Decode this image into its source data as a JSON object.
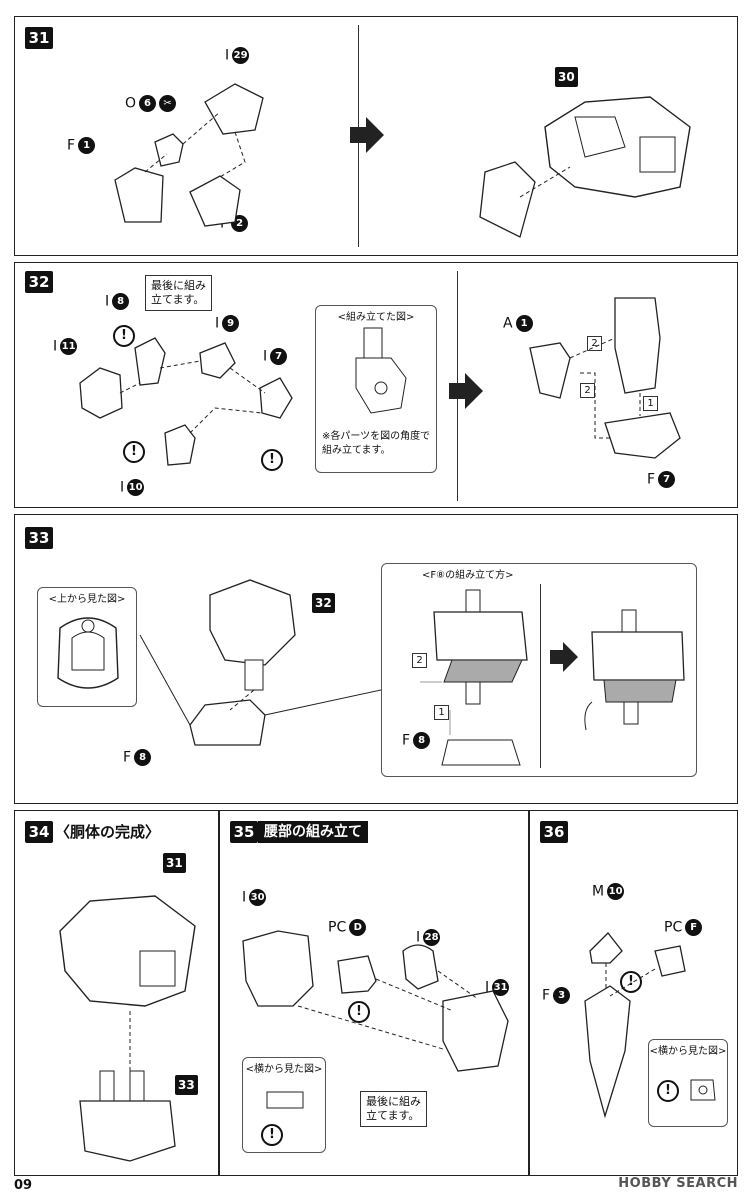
{
  "steps": {
    "s31": {
      "number": "31",
      "labels": {
        "i29": {
          "letter": "I",
          "num": "29"
        },
        "o6": {
          "letter": "O",
          "num": "6"
        },
        "f1": {
          "letter": "F",
          "num": "1"
        },
        "f2": {
          "letter": "F",
          "num": "2"
        }
      },
      "result_ref": "30"
    },
    "s32": {
      "number": "32",
      "callout": "最後に組み\n立てます。",
      "labels": {
        "i8": {
          "letter": "I",
          "num": "8"
        },
        "i9": {
          "letter": "I",
          "num": "9"
        },
        "i11": {
          "letter": "I",
          "num": "11"
        },
        "i7": {
          "letter": "I",
          "num": "7"
        },
        "i10": {
          "letter": "I",
          "num": "10"
        },
        "a1": {
          "letter": "A",
          "num": "1"
        },
        "f7": {
          "letter": "F",
          "num": "7"
        }
      },
      "inset_title": "<組み立てた図>",
      "inset_note": "※各パーツを図の角度で\n組み立てます。",
      "order": [
        "2",
        "2",
        "1"
      ]
    },
    "s33": {
      "number": "33",
      "top_view_title": "<上から見た図>",
      "ref": "32",
      "f8": {
        "letter": "F",
        "num": "8"
      },
      "detail_title": "<F⑧の組み立て方>",
      "order": [
        "2",
        "1"
      ],
      "detail_f8": {
        "letter": "F",
        "num": "8"
      }
    },
    "s34": {
      "number": "34",
      "title": "〈胴体の完成〉",
      "ref_top": "31",
      "ref_bottom": "33"
    },
    "s35": {
      "number": "35",
      "title": "腰部の組み立て",
      "labels": {
        "i30": {
          "letter": "I",
          "num": "30"
        },
        "pcd": {
          "letter": "PC",
          "num": "D"
        },
        "i28": {
          "letter": "I",
          "num": "28"
        },
        "i31": {
          "letter": "I",
          "num": "31"
        }
      },
      "side_view_title": "<横から見た図>",
      "callout": "最後に組み\n立てます。"
    },
    "s36": {
      "number": "36",
      "labels": {
        "m10": {
          "letter": "M",
          "num": "10"
        },
        "pcf": {
          "letter": "PC",
          "num": "F"
        },
        "f3": {
          "letter": "F",
          "num": "3"
        }
      },
      "side_view_title": "<横から見た図>"
    }
  },
  "footer": {
    "page": "09",
    "watermark": "HOBBY SEARCH"
  }
}
